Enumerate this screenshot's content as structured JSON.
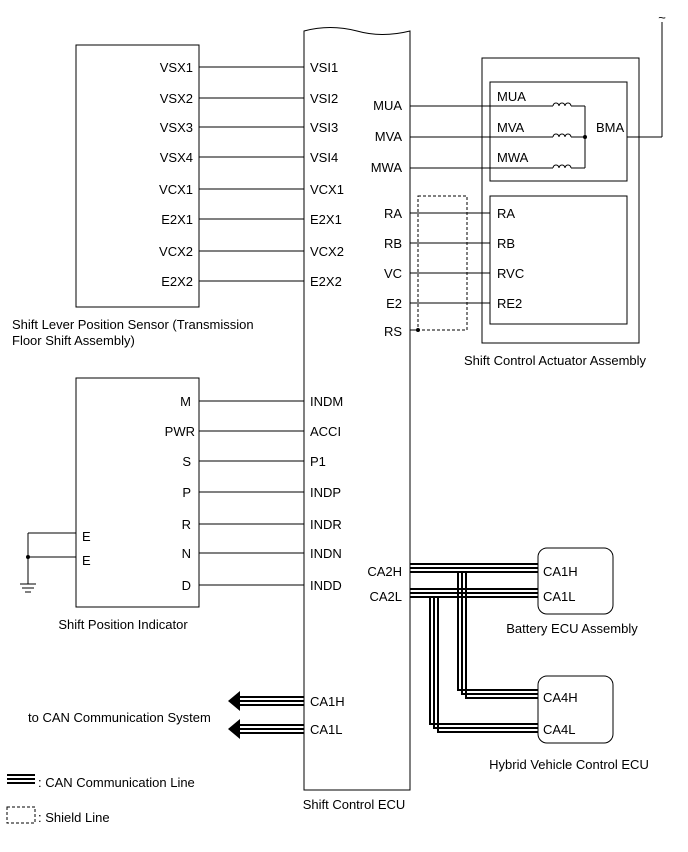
{
  "diagram": {
    "ecu": {
      "name": "Shift Control ECU",
      "left_pins": [
        "VSI1",
        "VSI2",
        "VSI3",
        "VSI4",
        "VCX1",
        "E2X1",
        "VCX2",
        "E2X2",
        "INDM",
        "ACCI",
        "P1",
        "INDP",
        "INDR",
        "INDN",
        "INDD",
        "CA1H",
        "CA1L"
      ],
      "right_pins": [
        "MUA",
        "MVA",
        "MWA",
        "RA",
        "RB",
        "VC",
        "E2",
        "RS",
        "CA2H",
        "CA2L"
      ]
    },
    "sensor": {
      "name_line1": "Shift Lever Position Sensor (Transmission",
      "name_line2": "Floor Shift Assembly)",
      "pins": [
        "VSX1",
        "VSX2",
        "VSX3",
        "VSX4",
        "VCX1",
        "E2X1",
        "VCX2",
        "E2X2"
      ]
    },
    "indicator": {
      "name": "Shift Position Indicator",
      "pins": [
        "M",
        "PWR",
        "S",
        "P",
        "R",
        "N",
        "D"
      ],
      "ground_pins": [
        "E",
        "E"
      ]
    },
    "actuator": {
      "name": "Shift Control Actuator Assembly",
      "motor_pins": [
        "MUA",
        "MVA",
        "MWA"
      ],
      "motor_common": "BMA",
      "sensor_pins": [
        "RA",
        "RB",
        "RVC",
        "RE2"
      ]
    },
    "battery_ecu": {
      "name": "Battery ECU Assembly",
      "pins": [
        "CA1H",
        "CA1L"
      ]
    },
    "hv_ecu": {
      "name": "Hybrid Vehicle Control ECU",
      "pins": [
        "CA4H",
        "CA4L"
      ]
    },
    "can_label": "to CAN Communication System",
    "legend": {
      "can_line": ": CAN Communication Line",
      "shield_line": ": Shield Line"
    },
    "break_symbol": "~"
  }
}
